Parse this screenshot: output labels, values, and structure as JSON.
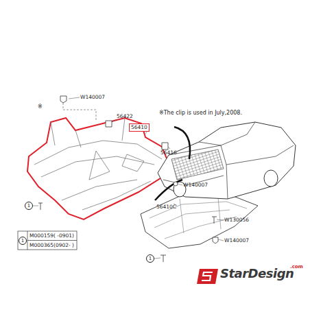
{
  "diagram": {
    "labels": [
      "※The clip is used in July,2008.",
      "W140007",
      "※",
      "56422",
      "56410",
      "56416",
      "W140007",
      "56410C",
      "W130056",
      "W140007",
      "1",
      "1",
      "1",
      "M000159",
      "( -0901)",
      "M000365",
      "(0902- )",
      "StarDesign",
      ".com"
    ]
  }
}
